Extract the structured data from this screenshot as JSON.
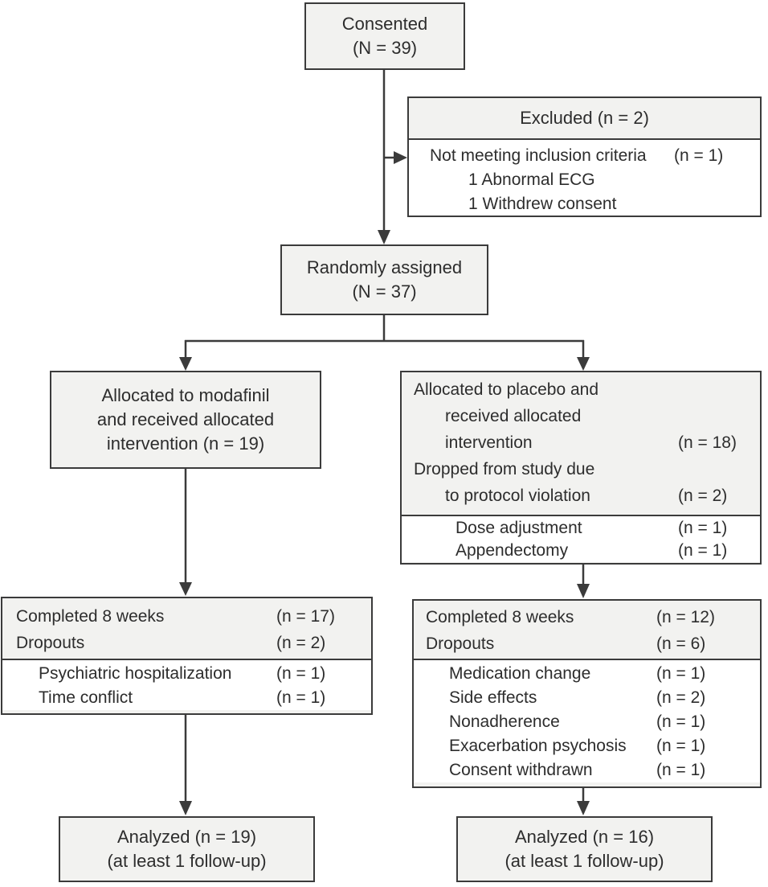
{
  "colors": {
    "box_fill": "#f2f2f0",
    "body_fill": "#ffffff",
    "line": "#3b3b3b",
    "text": "#2d2d2d"
  },
  "boxes": {
    "consented": {
      "line1": "Consented",
      "line2": "(N = 39)"
    },
    "excluded": {
      "title": "Excluded (n = 2)",
      "rows": [
        {
          "text": "Not meeting inclusion criteria",
          "count": "(n = 1)",
          "indent": 0
        },
        {
          "text": "1 Abnormal ECG",
          "count": "",
          "indent": 1
        },
        {
          "text": "1 Withdrew consent",
          "count": "",
          "indent": 1
        }
      ]
    },
    "randomized": {
      "line1": "Randomly assigned",
      "line2": "(N = 37)"
    },
    "allocated_modafinil": {
      "line1": "Allocated to modafinil",
      "line2": "and received allocated",
      "line3": "intervention (n = 19)"
    },
    "allocated_placebo": {
      "header_rows": [
        {
          "text": "Allocated to placebo and",
          "count": "",
          "indent": 0
        },
        {
          "text": "received allocated",
          "count": "",
          "indent": 1
        },
        {
          "text": "intervention",
          "count": "(n = 18)",
          "indent": 1
        },
        {
          "text": "Dropped from study due",
          "count": "",
          "indent": 0
        },
        {
          "text": "to protocol violation",
          "count": "(n = 2)",
          "indent": 1
        }
      ],
      "body_rows": [
        {
          "text": "Dose adjustment",
          "count": "(n = 1)",
          "indent": 2
        },
        {
          "text": "Appendectomy",
          "count": "(n = 1)",
          "indent": 2
        }
      ]
    },
    "completed_modafinil": {
      "header_rows": [
        {
          "text": "Completed 8 weeks",
          "count": "(n = 17)",
          "indent": 0
        },
        {
          "text": "Dropouts",
          "count": "(n = 2)",
          "indent": 0
        }
      ],
      "body_rows": [
        {
          "text": "Psychiatric hospitalization",
          "count": "(n = 1)",
          "indent": 1
        },
        {
          "text": "Time conflict",
          "count": "(n = 1)",
          "indent": 1
        }
      ]
    },
    "completed_placebo": {
      "header_rows": [
        {
          "text": "Completed 8 weeks",
          "count": "(n = 12)",
          "indent": 0
        },
        {
          "text": "Dropouts",
          "count": "(n = 6)",
          "indent": 0
        }
      ],
      "body_rows": [
        {
          "text": "Medication change",
          "count": "(n = 1)",
          "indent": 1
        },
        {
          "text": "Side effects",
          "count": "(n = 2)",
          "indent": 1
        },
        {
          "text": "Nonadherence",
          "count": "(n = 1)",
          "indent": 1
        },
        {
          "text": "Exacerbation psychosis",
          "count": "(n = 1)",
          "indent": 1
        },
        {
          "text": "Consent withdrawn",
          "count": "(n = 1)",
          "indent": 1
        }
      ]
    },
    "analyzed_modafinil": {
      "line1": "Analyzed (n = 19)",
      "line2": "(at least 1 follow-up)"
    },
    "analyzed_placebo": {
      "line1": "Analyzed (n = 16)",
      "line2": "(at least 1 follow-up)"
    }
  },
  "edges": [
    {
      "from": "consented",
      "to": "randomized"
    },
    {
      "from": "consented",
      "to": "excluded"
    },
    {
      "from": "randomized",
      "to": "allocated_modafinil"
    },
    {
      "from": "randomized",
      "to": "allocated_placebo"
    },
    {
      "from": "allocated_modafinil",
      "to": "completed_modafinil"
    },
    {
      "from": "allocated_placebo",
      "to": "completed_placebo"
    },
    {
      "from": "completed_modafinil",
      "to": "analyzed_modafinil"
    },
    {
      "from": "completed_placebo",
      "to": "analyzed_placebo"
    }
  ]
}
